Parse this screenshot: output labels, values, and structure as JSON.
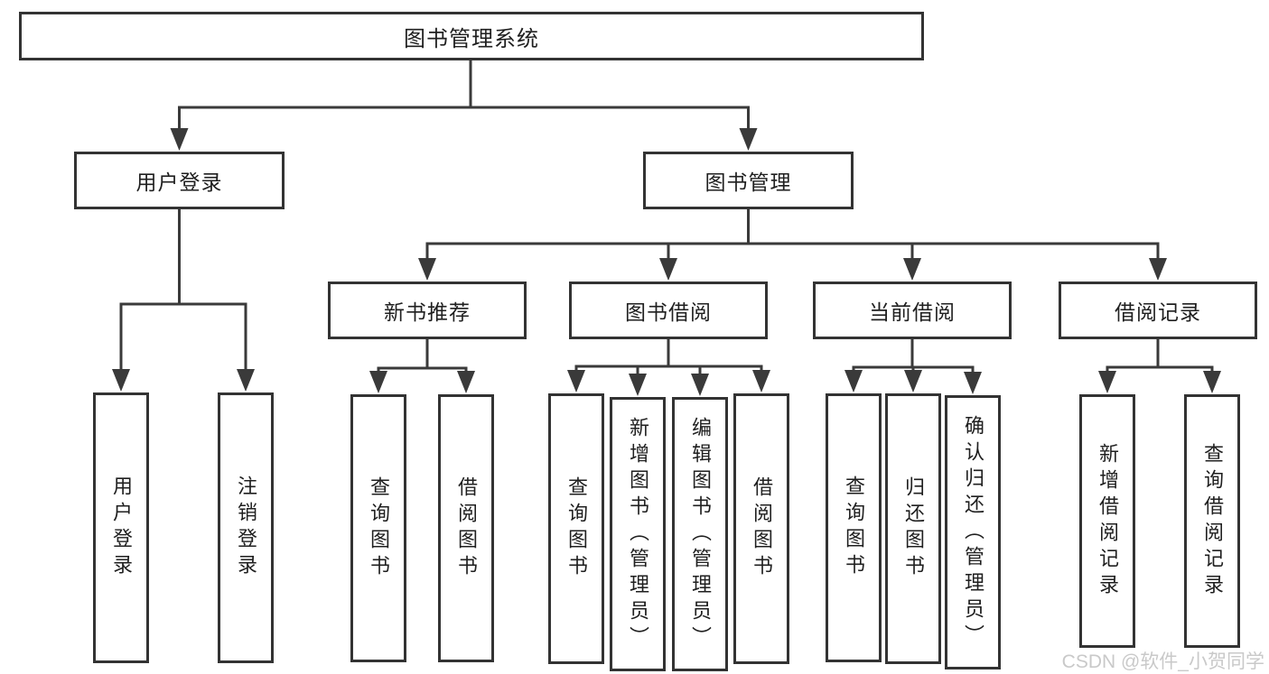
{
  "tree": {
    "root": {
      "label": "图书管理系统"
    },
    "branches": [
      {
        "label": "用户登录"
      },
      {
        "label": "图书管理"
      }
    ],
    "modules": [
      {
        "label": "新书推荐",
        "parent": "图书管理"
      },
      {
        "label": "图书借阅",
        "parent": "图书管理"
      },
      {
        "label": "当前借阅",
        "parent": "图书管理"
      },
      {
        "label": "借阅记录",
        "parent": "图书管理"
      }
    ],
    "leaves": [
      {
        "label": "用户登录",
        "parent": "用户登录"
      },
      {
        "label": "注销登录",
        "parent": "用户登录"
      },
      {
        "label": "查询图书",
        "parent": "新书推荐"
      },
      {
        "label": "借阅图书",
        "parent": "新书推荐"
      },
      {
        "label": "查询图书",
        "parent": "图书借阅"
      },
      {
        "label": "新增图书（管理员）",
        "parent": "图书借阅"
      },
      {
        "label": "编辑图书（管理员）",
        "parent": "图书借阅"
      },
      {
        "label": "借阅图书",
        "parent": "图书借阅"
      },
      {
        "label": "查询图书",
        "parent": "当前借阅"
      },
      {
        "label": "归还图书",
        "parent": "当前借阅"
      },
      {
        "label": "确认归还（管理员）",
        "parent": "当前借阅"
      },
      {
        "label": "新增借阅记录",
        "parent": "借阅记录"
      },
      {
        "label": "查询借阅记录",
        "parent": "借阅记录"
      }
    ]
  },
  "watermark": "CSDN @软件_小贺同学",
  "colors": {
    "line": "#3a3a3a",
    "box_border": "#333333",
    "box_fill": "#ffffff",
    "text": "#1f1f1f",
    "watermark": "#c9c9c9"
  }
}
